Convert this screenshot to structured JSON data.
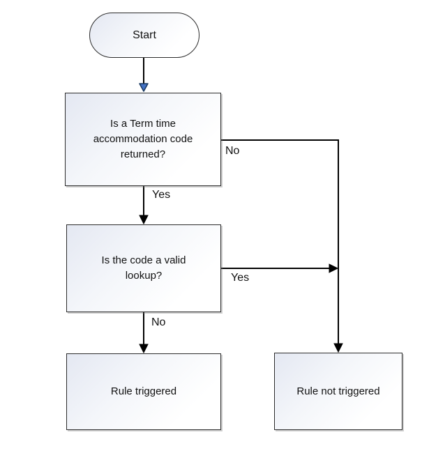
{
  "diagram": {
    "type": "flowchart",
    "nodes": [
      {
        "id": "start",
        "shape": "terminator",
        "label": "Start"
      },
      {
        "id": "q1",
        "shape": "rectangle",
        "label": "Is a Term time accommodation code returned?"
      },
      {
        "id": "q2",
        "shape": "rectangle",
        "label": "Is the code a valid lookup?"
      },
      {
        "id": "rule_triggered",
        "shape": "rectangle",
        "label": "Rule triggered"
      },
      {
        "id": "rule_not_triggered",
        "shape": "rectangle",
        "label": "Rule not triggered"
      }
    ],
    "edges": [
      {
        "from": "start",
        "to": "q1",
        "label": ""
      },
      {
        "from": "q1",
        "to": "q2",
        "label": "Yes"
      },
      {
        "from": "q1",
        "to": "rule_not_triggered",
        "label": "No"
      },
      {
        "from": "q2",
        "to": "rule_not_triggered",
        "label": "Yes"
      },
      {
        "from": "q2",
        "to": "rule_triggered",
        "label": "No"
      }
    ],
    "colors": {
      "node_border": "#2b2b2b",
      "node_fill_gradient_start": "#e4e8f2",
      "node_fill_gradient_end": "#ffffff",
      "line": "#000000",
      "start_arrowhead_fill": "#4472c4",
      "start_arrowhead_stroke": "#17375e",
      "arrowhead_fill": "#000000",
      "text": "#111111"
    }
  }
}
